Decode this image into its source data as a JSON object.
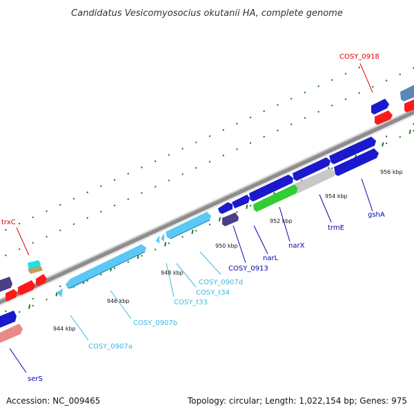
{
  "title": "Candidatus Vesicomyosocius okutanii HA, complete genome",
  "accession": "Accession: NC_009465",
  "summary": "Topology: circular; Length: 1,022,154 bp; Genes: 975",
  "colors": {
    "background": "#ffffff",
    "backbone": "#8c8c8c",
    "tick": "#1a7a1a",
    "cyan_gene": "#5bc8f5",
    "blue_gene": "#1a1acc",
    "red_gene": "#ff1a1a",
    "green_gene": "#33cc33",
    "grey_gene": "#c8c8c8",
    "purple_gene": "#4a3f86",
    "steel_gene": "#5b86b8",
    "pink_gene": "#e88a8a",
    "label_red": "#dd0000",
    "label_blue": "#0000aa",
    "label_cyan": "#3cb4e0"
  },
  "scale_labels": [
    "944 kbp",
    "946 kbp",
    "948 kbp",
    "950 kbp",
    "952 kbp",
    "954 kbp",
    "956 kbp"
  ],
  "gene_labels": {
    "trxC": "trxC",
    "serS": "serS",
    "cosy0907a": "COSY_0907a",
    "cosy0907b": "COSY_0907b",
    "cosyt33": "COSY_t33",
    "cosyt34": "COSY_t34",
    "cosy0907d": "COSY_0907d",
    "cosy0913": "COSY_0913",
    "narL": "narL",
    "narX": "narX",
    "trmE": "trmE",
    "gshA": "gshA",
    "cosy0918": "COSY_0918"
  }
}
